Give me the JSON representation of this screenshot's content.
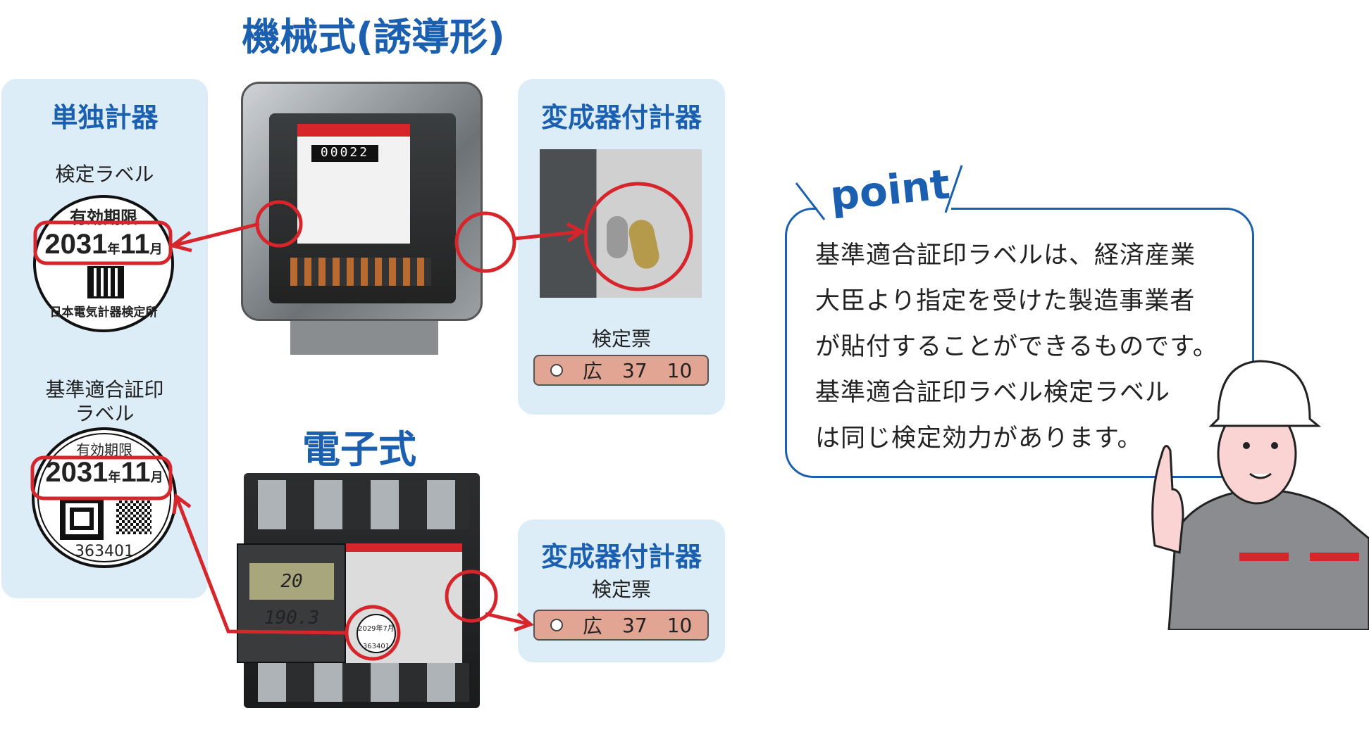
{
  "mechanical": {
    "title": "機械式(誘導形)",
    "counter": "00022"
  },
  "electronic": {
    "title": "電子式",
    "display": "20 190.3",
    "sticker_date": "2029年7月",
    "sticker_no": "363401"
  },
  "left_panel": {
    "title": "単独計器",
    "label1_caption": "検定ラベル",
    "label1": {
      "top": "有効期限",
      "year": "2031",
      "year_unit": "年",
      "month": "11",
      "month_unit": "月",
      "bottom": "日本電気計器検定所"
    },
    "label2_caption_1": "基準適合証印",
    "label2_caption_2": "ラベル",
    "label2": {
      "top": "有効期限",
      "year": "2031",
      "year_unit": "年",
      "month": "11",
      "month_unit": "月",
      "number": "363401"
    }
  },
  "right_panel_1": {
    "title": "変成器付計器",
    "caption": "検定票",
    "tag": {
      "a": "広",
      "b": "37",
      "c": "10"
    }
  },
  "right_panel_2": {
    "title": "変成器付計器",
    "caption": "検定票",
    "tag": {
      "a": "広",
      "b": "37",
      "c": "10"
    }
  },
  "point": {
    "heading": "point",
    "lines": [
      "基準適合証印ラベルは、経済産業",
      "大臣より指定を受けた製造事業者",
      "が貼付することができるものです。",
      "基準適合証印ラベル検定ラベル",
      "は同じ検定効力があります。"
    ]
  },
  "colors": {
    "accent": "#1a5fb0",
    "panel": "#dcedf8",
    "highlight": "#d7262b",
    "tag": "#e2a593"
  }
}
